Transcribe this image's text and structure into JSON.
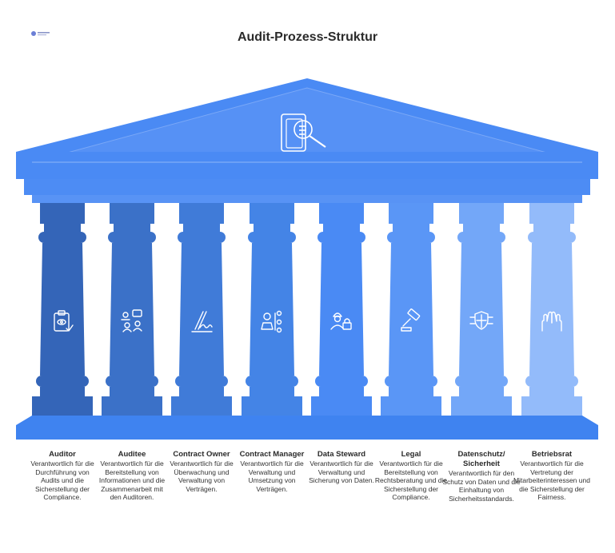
{
  "title": "Audit-Prozess-Struktur",
  "colors": {
    "roof": "#4a8af4",
    "roof_light": "#5e98f6",
    "base": "#3f83f0"
  },
  "center_icon": "document-search-icon",
  "pillars": [
    {
      "id": "auditor",
      "title": "Auditor",
      "description": "Verantwortlich für die Durchführung von Audits und die Sicherstellung der Compliance.",
      "icon": "clipboard-eye-icon",
      "color": "#3465b8"
    },
    {
      "id": "auditee",
      "title": "Auditee",
      "description": "Verantwortlich für die Bereitstellung von Informationen und die Zusammenarbeit mit den Auditoren.",
      "icon": "people-chat-icon",
      "color": "#3b71c8"
    },
    {
      "id": "contract-owner",
      "title": "Contract Owner",
      "description": "Verantwortlich für die Überwachung und Verwaltung von Verträgen.",
      "icon": "signature-icon",
      "color": "#407bd8"
    },
    {
      "id": "contract-manager",
      "title": "Contract Manager",
      "description": "Verantwortlich für die Verwaltung und Umsetzung von Verträgen.",
      "icon": "manager-network-icon",
      "color": "#4484e6"
    },
    {
      "id": "data-steward",
      "title": "Data Steward",
      "description": "Verantwortlich für die Verwaltung und Sicherung von Daten.",
      "icon": "worker-lock-icon",
      "color": "#4a8af4"
    },
    {
      "id": "legal",
      "title": "Legal",
      "description": "Verantwortlich für die Bereitstellung von Rechtsberatung und die Sicherstellung der Compliance.",
      "icon": "gavel-icon",
      "color": "#5a96f6"
    },
    {
      "id": "datenschutz",
      "title": "Datenschutz/ Sicherheit",
      "description": "Verantwortlich für den Schutz von Daten und die Einhaltung von Sicherheitsstandards.",
      "icon": "shield-circuit-icon",
      "color": "#73a7f8"
    },
    {
      "id": "betriebsrat",
      "title": "Betriebsrat",
      "description": "Verantwortlich für die Vertretung der Mitarbeiterinteressen und die Sicherstellung der Fairness.",
      "icon": "raised-hands-icon",
      "color": "#93bbfa"
    }
  ]
}
